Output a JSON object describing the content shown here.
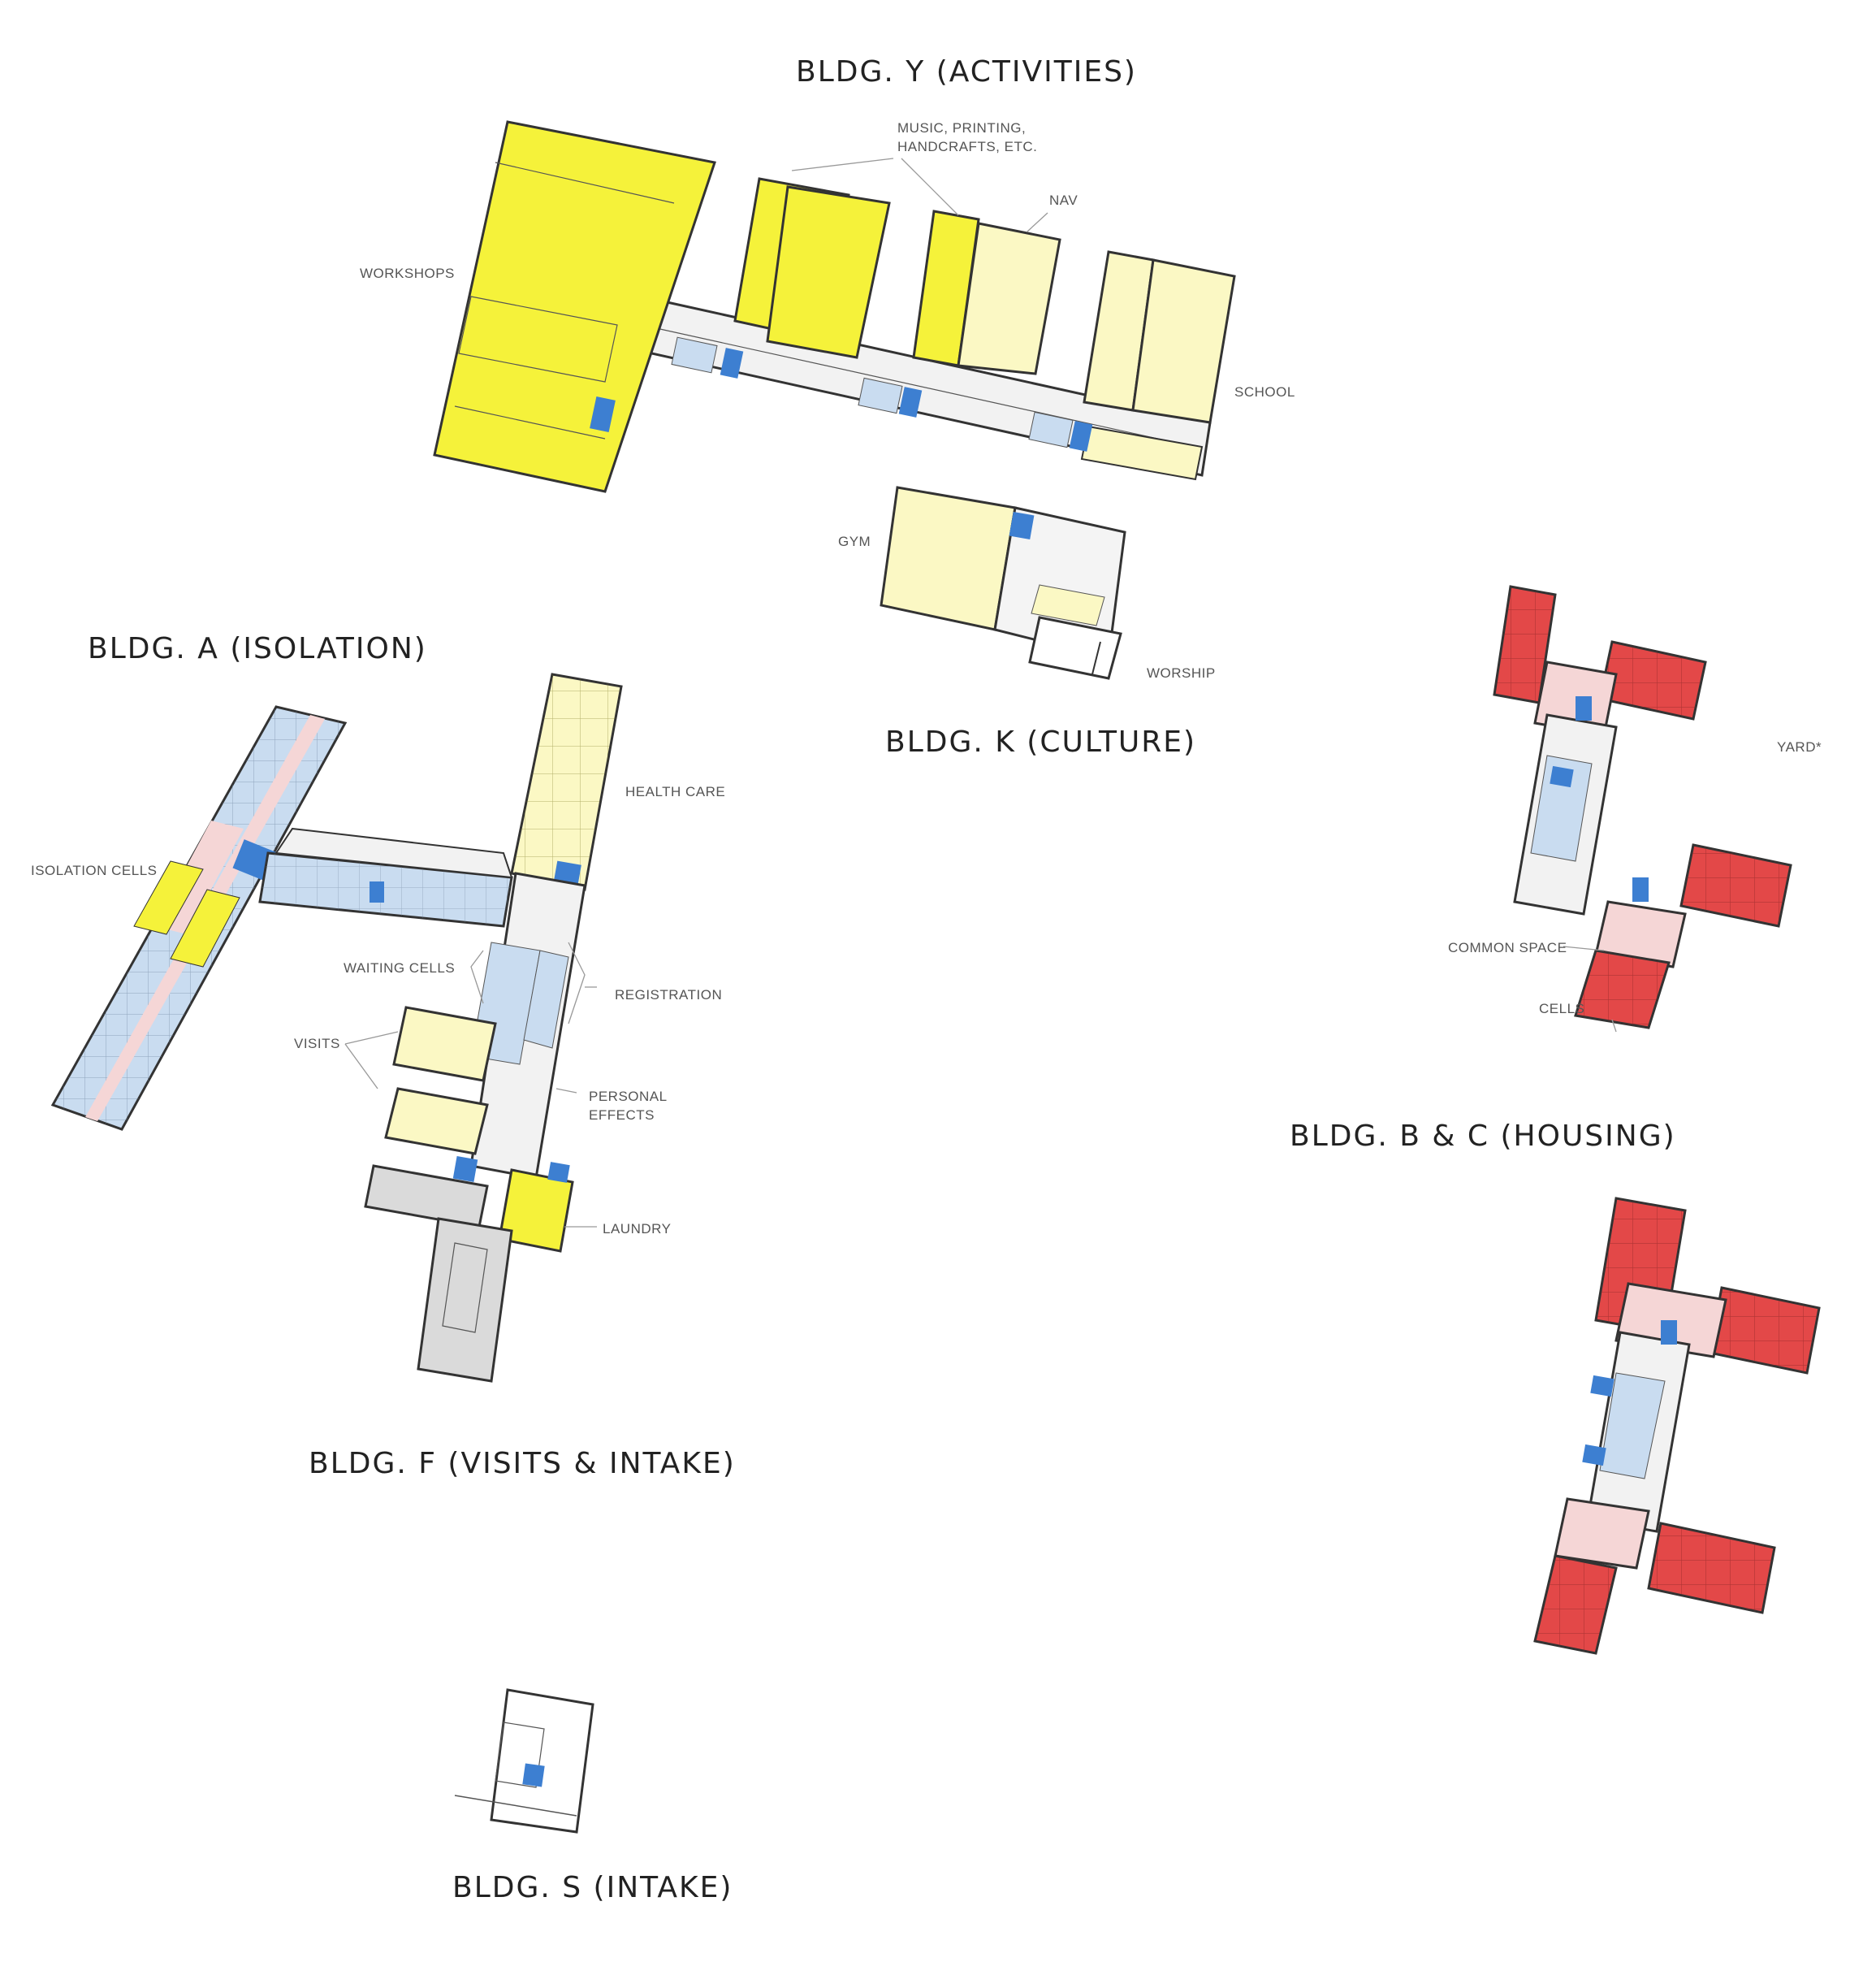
{
  "colors": {
    "activity": "#f5f23a",
    "activity_light": "#fbf8c4",
    "housing": "#e34848",
    "common": "#f5d6d6",
    "sanitary": "#c9dcf0",
    "stair": "#3d7fd1",
    "service": "#dadada"
  },
  "titles": {
    "bldg_y": "BLDG. Y (ACTIVITIES)",
    "bldg_k": "BLDG. K (CULTURE)",
    "bldg_a": "BLDG. A (ISOLATION)",
    "bldg_f": "BLDG. F (VISITS & INTAKE)",
    "bldg_bc": "BLDG. B & C (HOUSING)",
    "bldg_s": "BLDG. S (INTAKE)"
  },
  "labels": {
    "workshops": "WORKSHOPS",
    "music_1": "MUSIC, PRINTING,",
    "music_2": "HANDCRAFTS, ETC.",
    "nav": "NAV",
    "school": "SCHOOL",
    "gym": "GYM",
    "worship": "WORSHIP",
    "health_care": "HEALTH CARE",
    "isolation_cells": "ISOLATION CELLS",
    "waiting_cells": "WAITING CELLS",
    "registration": "REGISTRATION",
    "visits": "VISITS",
    "personal_1": "PERSONAL",
    "personal_2": "EFFECTS",
    "laundry": "LAUNDRY",
    "yard": "YARD*",
    "common_space": "COMMON SPACE",
    "cells": "CELLS"
  }
}
